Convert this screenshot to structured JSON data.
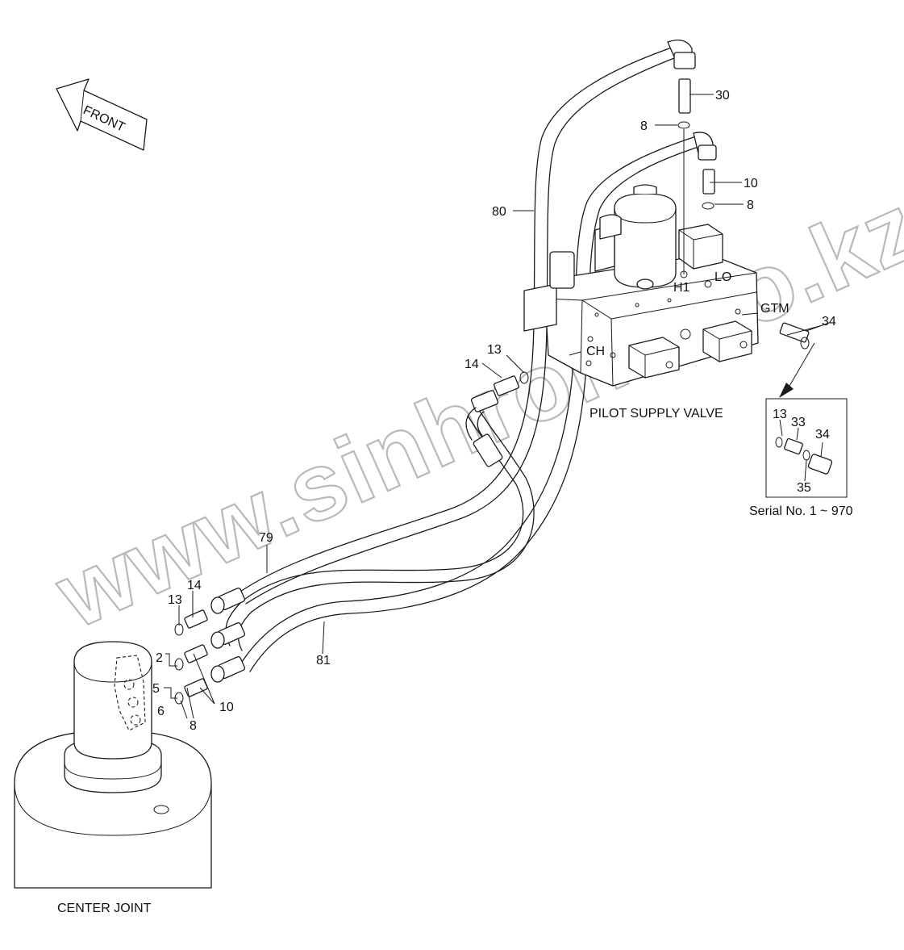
{
  "front_arrow": {
    "label": "FRONT"
  },
  "captions": {
    "center_joint": "CENTER JOINT",
    "pilot_supply_valve": "PILOT SUPPLY VALVE",
    "serial": "Serial No. 1 ~ 970"
  },
  "port_labels": {
    "h1": "H1",
    "lo": "LO",
    "gtm": "GTM",
    "ch": "CH"
  },
  "part_numbers": {
    "p30": "30",
    "p8_top": "8",
    "p10_top": "10",
    "p8_mid": "8",
    "p80": "80",
    "p34_main": "34",
    "p13_valve": "13",
    "p14_valve": "14",
    "p79": "79",
    "p14_left": "14",
    "p13_left": "13",
    "p2": "2",
    "p5": "5",
    "p6": "6",
    "p8_left": "8",
    "p10_left": "10",
    "p81": "81"
  },
  "inset_labels": {
    "i13": "13",
    "i33": "33",
    "i34": "34",
    "i35": "35"
  },
  "watermark": "www.sinhron-too.kz"
}
